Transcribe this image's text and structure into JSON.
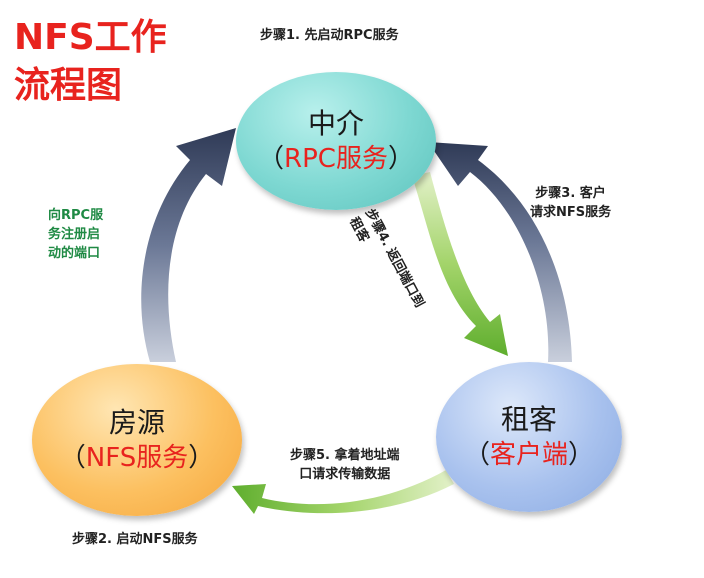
{
  "title": {
    "line1": "NFS工作",
    "line2": "流程图"
  },
  "nodes": {
    "middle": {
      "name": "中介",
      "role_open": "（",
      "role": "RPC服务",
      "role_close": "）"
    },
    "owner": {
      "name": "房源",
      "role_open": "（",
      "role": "NFS服务",
      "role_close": "）"
    },
    "renter": {
      "name": "租客",
      "role_open": "（",
      "role": "客户端",
      "role_close": "）"
    }
  },
  "steps": {
    "step1": "步骤1. 先启动RPC服务",
    "step2": "步骤2. 启动NFS服务",
    "step3_line1": "步骤3. 客户",
    "step3_line2": "请求NFS服务",
    "step4_line1": "步骤4. 返回端口到",
    "step4_line2": "租客",
    "step5_line1": "步骤5. 拿着地址端",
    "step5_line2": "口请求传输数据"
  },
  "register_note": {
    "line1": "向RPC服",
    "line2": "务注册启",
    "line3": "动的端口"
  },
  "colors": {
    "title": "#e8231e",
    "accent_text": "#e8231e",
    "note_text": "#1f8a44",
    "arrow_dark": "#3e4a66",
    "arrow_green": "#7cc043"
  }
}
